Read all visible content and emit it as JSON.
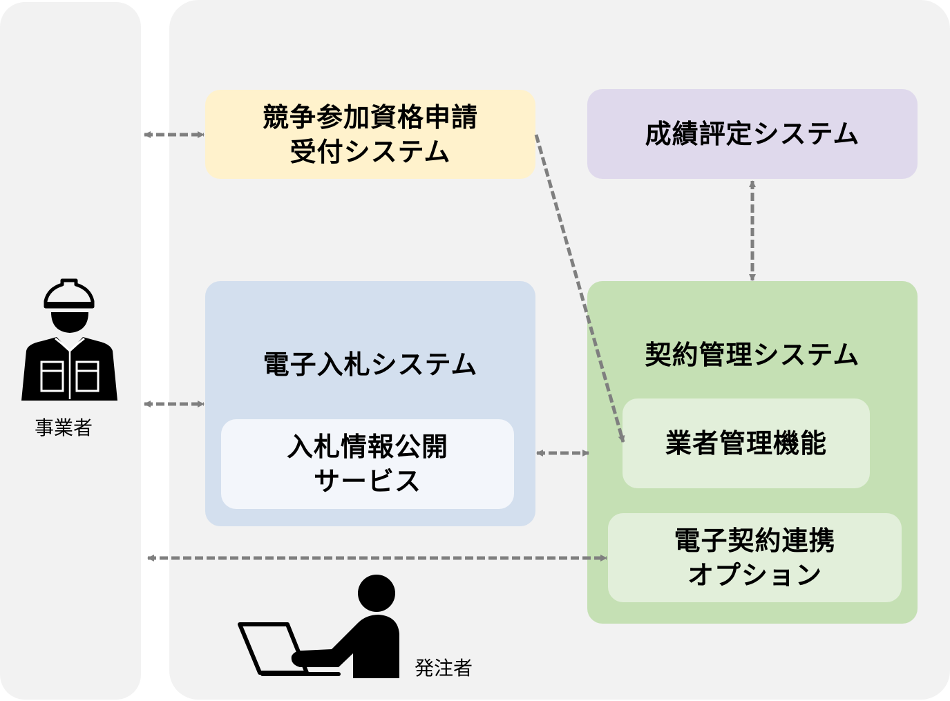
{
  "diagram": {
    "colors": {
      "panel_bg": "#f2f2f2",
      "arrow": "#7f7f7f",
      "qualification_box": "#fff2cc",
      "evaluation_box": "#dfd9ec",
      "ebid_box": "#d3dfee",
      "ebid_inner_box": "#f3f6fb",
      "contract_box": "#c5e0b4",
      "contract_inner_box": "#e2efda"
    },
    "actors": {
      "business_operator": {
        "label": "事業者",
        "icon": "construction-worker-icon"
      },
      "orderer": {
        "label": "発注者",
        "icon": "person-at-laptop-icon"
      }
    },
    "systems": {
      "qualification": {
        "line1": "競争参加資格申請",
        "line2": "受付システム"
      },
      "evaluation": {
        "title": "成績評定システム"
      },
      "ebid": {
        "title": "電子入札システム",
        "sub": {
          "line1": "入札情報公開",
          "line2": "サービス"
        }
      },
      "contract": {
        "title": "契約管理システム",
        "vendor_function": {
          "title": "業者管理機能"
        },
        "econtract_option": {
          "line1": "電子契約連携",
          "line2": "オプション"
        }
      }
    },
    "connections": [
      {
        "from": "事業者",
        "to": "競争参加資格申請受付システム",
        "style": "dashed",
        "direction": "both"
      },
      {
        "from": "事業者",
        "to": "電子入札システム",
        "style": "dashed",
        "direction": "both"
      },
      {
        "from": "事業者",
        "to": "電子契約連携オプション",
        "style": "dashed",
        "direction": "both"
      },
      {
        "from": "競争参加資格申請受付システム",
        "to": "業者管理機能",
        "style": "dashed",
        "direction": "forward"
      },
      {
        "from": "成績評定システム",
        "to": "契約管理システム",
        "style": "dashed",
        "direction": "both"
      },
      {
        "from": "電子入札システム",
        "to": "契約管理システム",
        "style": "dashed",
        "direction": "both"
      }
    ]
  }
}
